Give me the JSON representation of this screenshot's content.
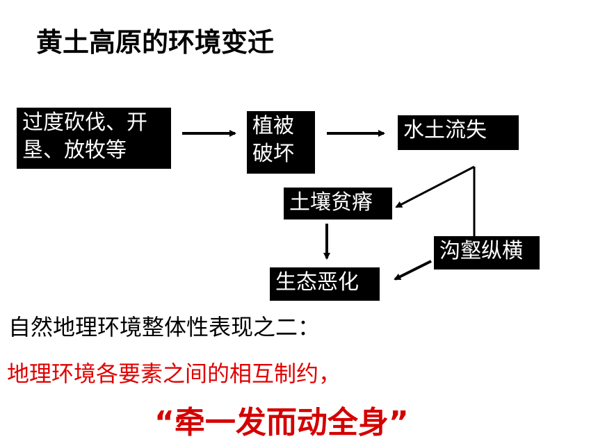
{
  "title": "黄土高原的环境变迁",
  "boxes": {
    "deforestation": {
      "line1": "过度砍伐、开",
      "line2": "垦、放牧等"
    },
    "vegetation": {
      "line1": "植被",
      "line2": "破坏"
    },
    "erosion": "水土流失",
    "soil": "土壤贫瘠",
    "gully": "沟壑纵横",
    "eco": "生态恶化"
  },
  "text": {
    "statement": "自然地理环境整体性表现之二：",
    "highlight": "地理环境各要素之间的相互制约，",
    "slogan": "“牵一发而动全身”"
  },
  "colors": {
    "box_bg": "#000000",
    "box_text": "#ffffff",
    "highlight": "#e00000"
  }
}
